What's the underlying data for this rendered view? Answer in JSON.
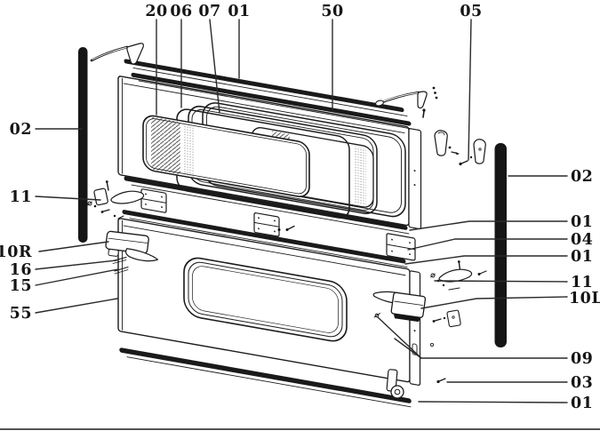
{
  "figure": {
    "kind": "exploded-parts-diagram",
    "paper_color": "#ffffff",
    "ink_color": "#1a1a1a",
    "leader_color": "#2a2a2a"
  },
  "labels": {
    "top": [
      {
        "text": "20"
      },
      {
        "text": "06"
      },
      {
        "text": "07"
      },
      {
        "text": "01"
      },
      {
        "text": "50"
      },
      {
        "text": "05"
      }
    ],
    "left": [
      {
        "text": "02"
      },
      {
        "text": "11"
      },
      {
        "text": "10R"
      },
      {
        "text": "16"
      },
      {
        "text": "15"
      },
      {
        "text": "55"
      }
    ],
    "right": [
      {
        "text": "02"
      },
      {
        "text": "01"
      },
      {
        "text": "04"
      },
      {
        "text": "01"
      },
      {
        "text": "11"
      },
      {
        "text": "10L"
      },
      {
        "text": "09"
      },
      {
        "text": "03"
      },
      {
        "text": "01"
      }
    ]
  }
}
